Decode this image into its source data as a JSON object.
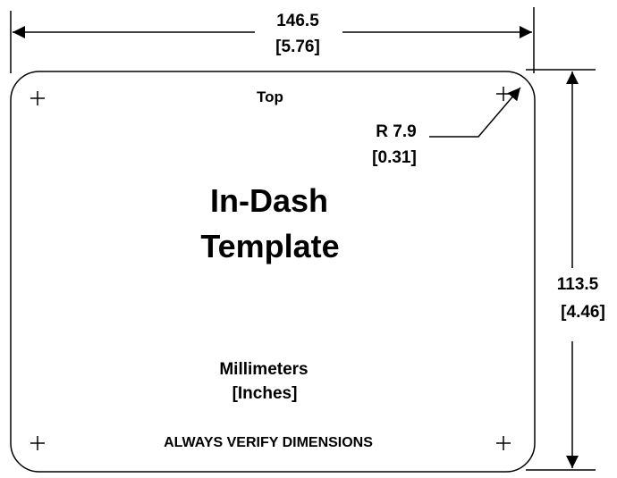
{
  "dimensions": {
    "width_mm": "146.5",
    "width_in": "[5.76]",
    "height_mm": "113.5",
    "height_in": "[4.46]",
    "radius_mm": "R 7.9",
    "radius_in": "[0.31]"
  },
  "template": {
    "top_label": "Top",
    "title_line1": "In-Dash",
    "title_line2": "Template",
    "units_line1": "Millimeters",
    "units_line2": "[Inches]",
    "footer": "ALWAYS VERIFY DIMENSIONS"
  }
}
